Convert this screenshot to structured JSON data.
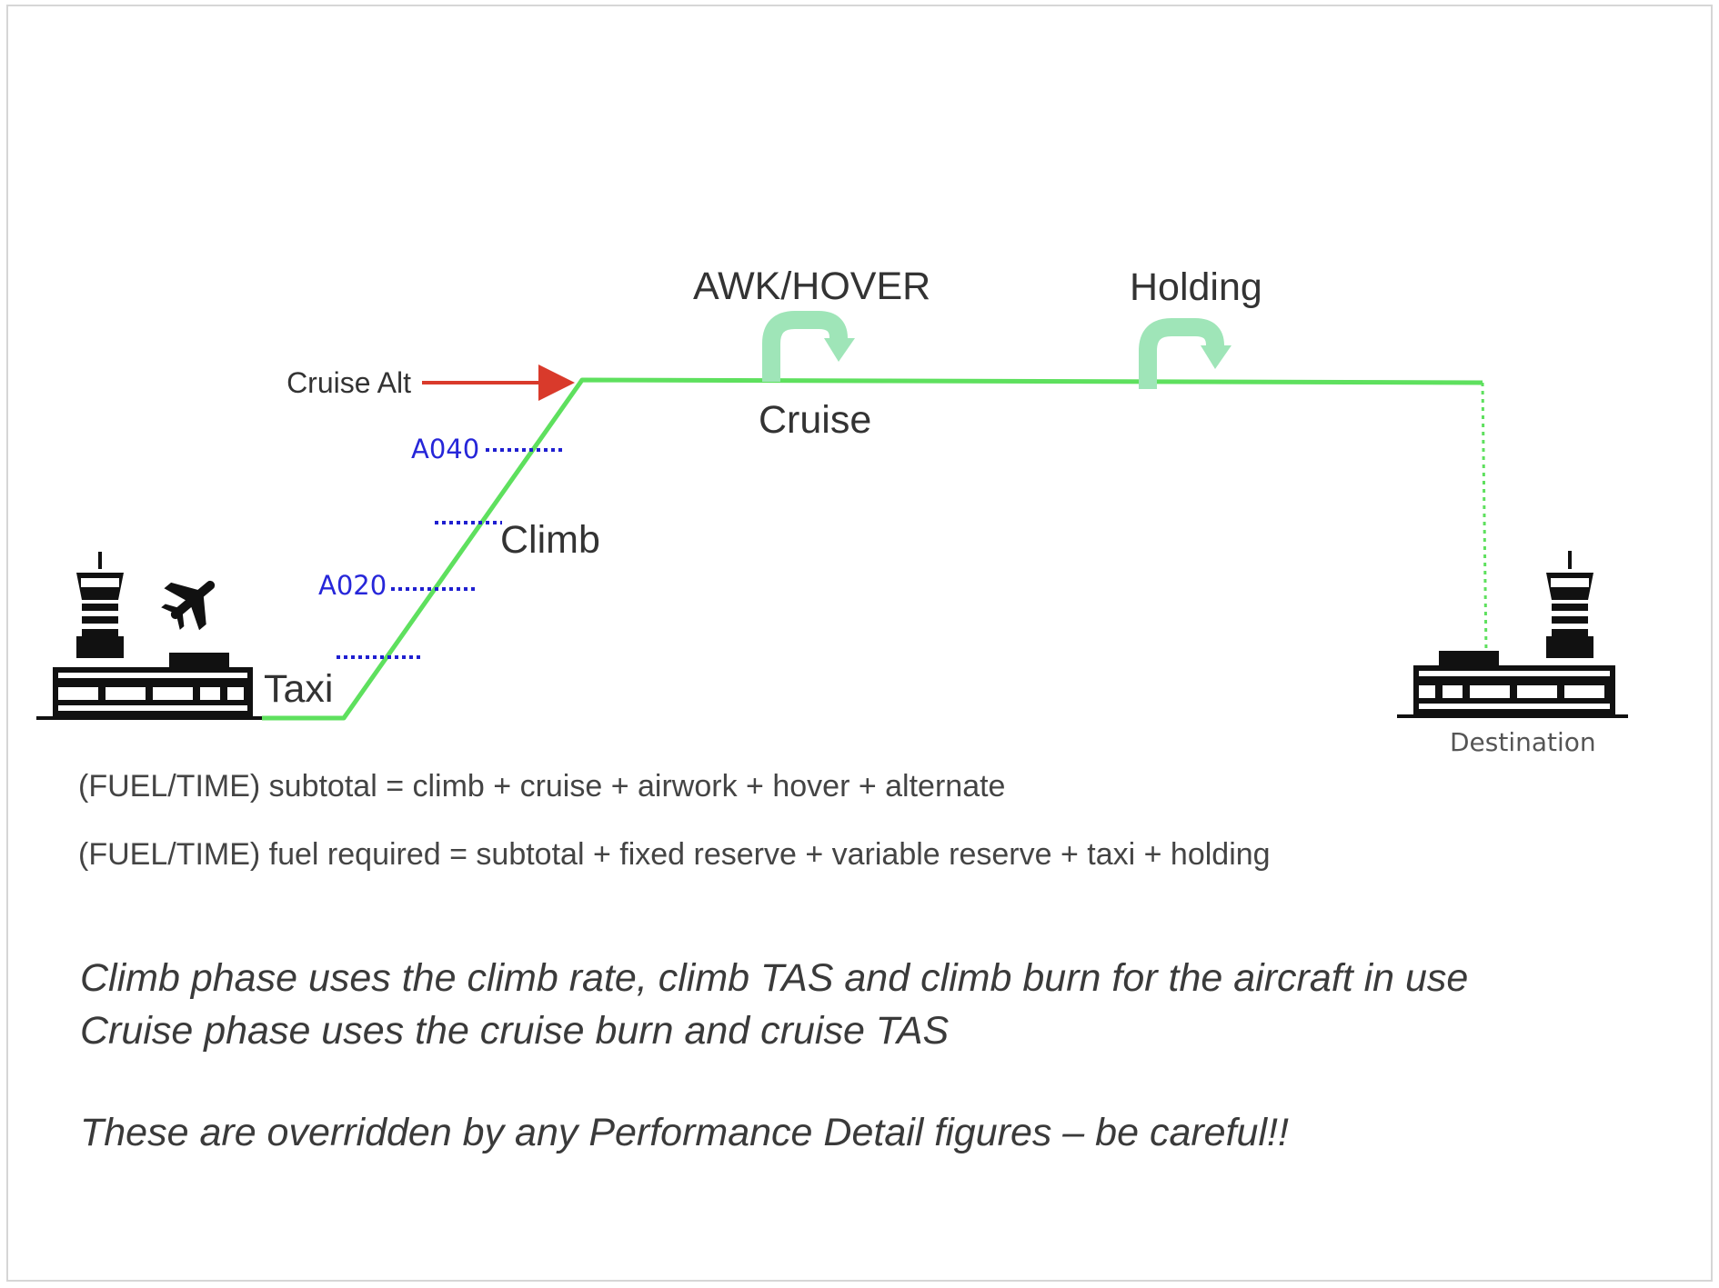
{
  "labels": {
    "cruise_alt": "Cruise Alt",
    "awk_hover": "AWK/HOVER",
    "holding": "Holding",
    "cruise": "Cruise",
    "climb": "Climb",
    "taxi": "Taxi",
    "a040": "A040",
    "a020": "A020",
    "destination": "Destination"
  },
  "formulas": {
    "subtotal": "(FUEL/TIME) subtotal = climb + cruise + airwork  + hover  + alternate",
    "fuel_required": "(FUEL/TIME) fuel required  = subtotal + fixed reserve + variable reserve + taxi + holding"
  },
  "notes": {
    "climb_phase": "Climb phase uses the climb rate, climb TAS and climb burn for the aircraft in use",
    "cruise_phase": "Cruise phase uses the cruise burn and cruise TAS",
    "warning": "These are overridden by any Performance Detail figures – be careful!!"
  },
  "colors": {
    "flight_path": "#5ee05e",
    "arrow": "#d93a2b",
    "altitude_marker": "#1f1fd0",
    "airport": "#111111",
    "loop_arrow": "#9fe5b8"
  },
  "icons": {
    "departure_airport": "airport-terminal-icon",
    "plane": "airplane-icon",
    "destination_airport": "airport-terminal-icon"
  }
}
